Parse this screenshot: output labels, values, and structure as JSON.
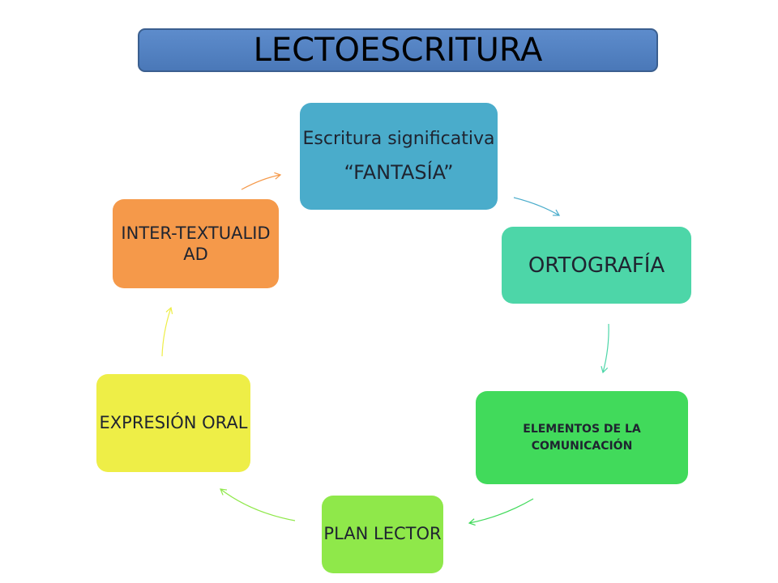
{
  "title": "LECTOESCRITURA",
  "nodes": [
    {
      "lines": [
        "Escritura significativa"
      ],
      "sub": "“FANTASÍA”",
      "color": "#4aaccb"
    },
    {
      "lines": [
        "ORTOGRAFÍA"
      ],
      "color": "#4dd6a8"
    },
    {
      "lines": [
        "ELEMENTOS DE LA COMUNICACIÓN"
      ],
      "color": "#41da5b"
    },
    {
      "lines": [
        "PLAN LECTOR"
      ],
      "color": "#8fe84a"
    },
    {
      "lines": [
        "EXPRESIÓN ORAL"
      ],
      "color": "#eeee47"
    },
    {
      "lines": [
        "INTER-TEXTUALIDAD"
      ],
      "color": "#f5994a"
    }
  ],
  "arrow_colors": [
    "#4aaccb",
    "#4dd6a8",
    "#41da5b",
    "#8fe84a",
    "#eeee47",
    "#f5994a"
  ]
}
